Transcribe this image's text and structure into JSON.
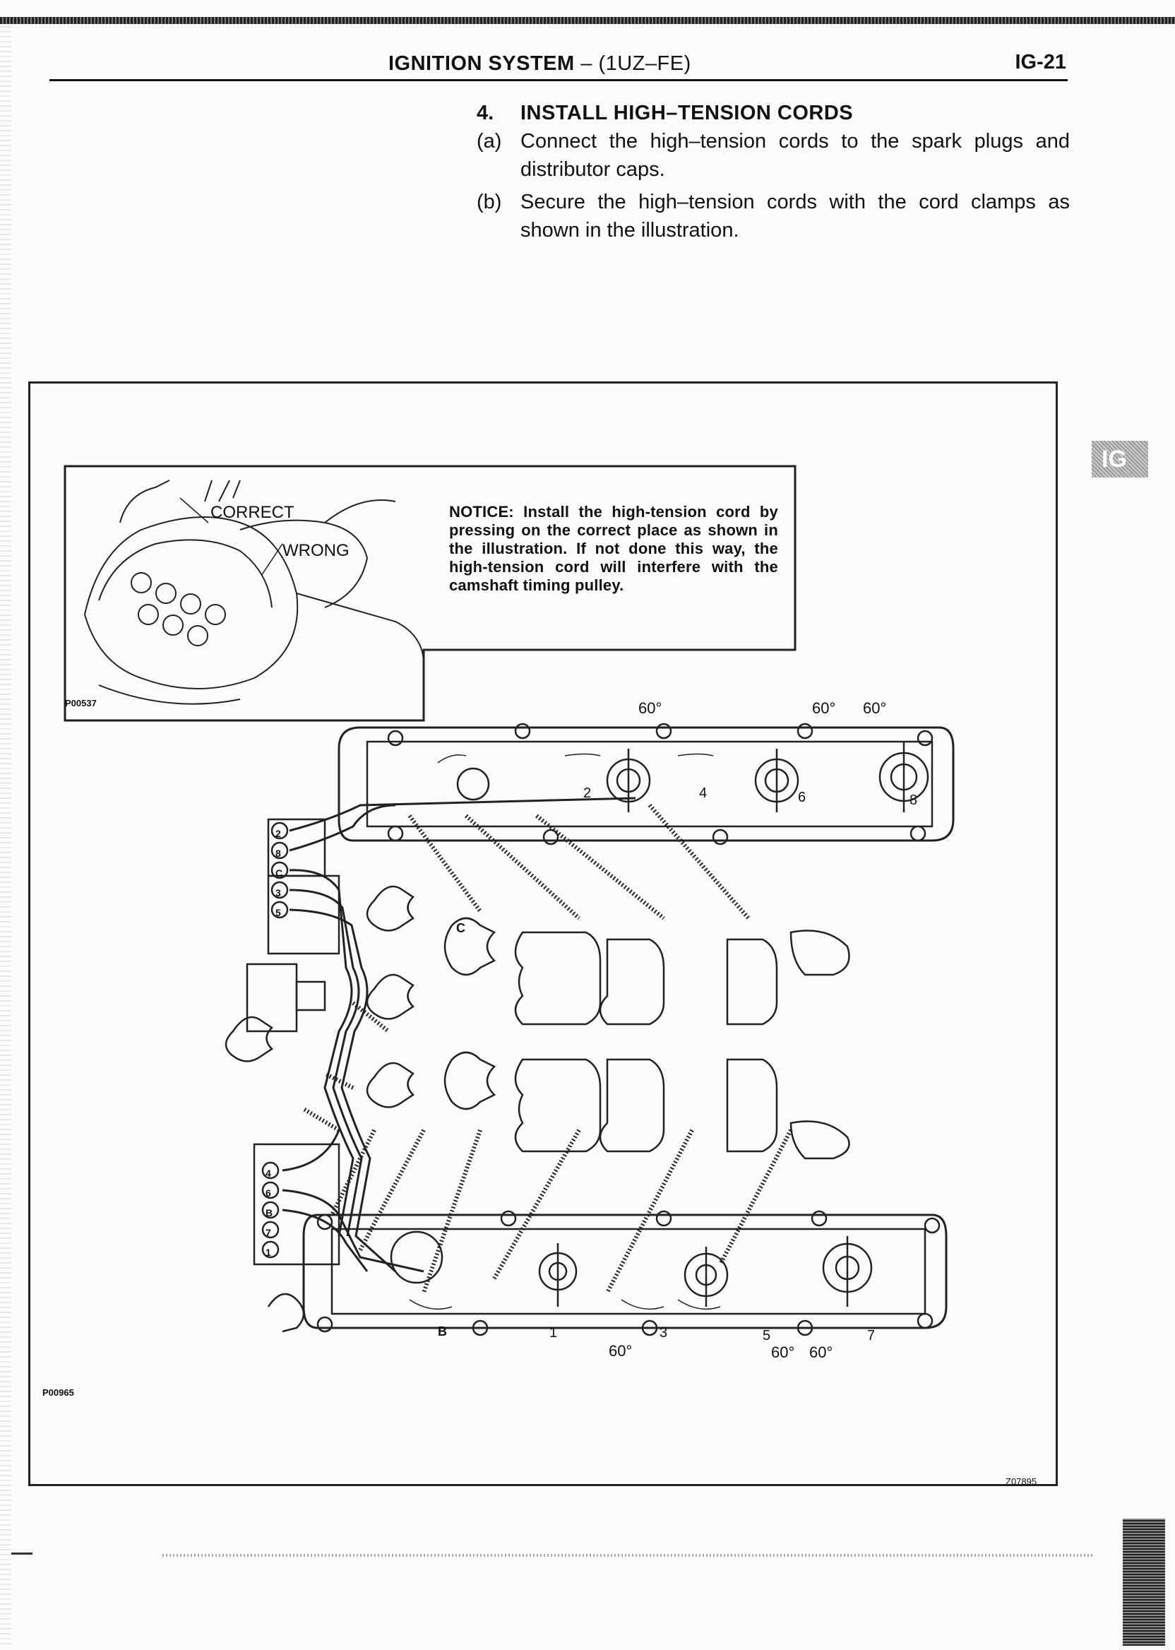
{
  "header": {
    "title_main": "IGNITION SYSTEM",
    "title_sep": " – ",
    "title_sub": "(1UZ–FE)",
    "page_code": "IG-21"
  },
  "step": {
    "number": "4.",
    "heading": "INSTALL HIGH–TENSION CORDS",
    "items": [
      {
        "label": "(a)",
        "text": "Connect the high–tension cords to the spark plugs and distributor caps."
      },
      {
        "label": "(b)",
        "text": "Secure the high–tension cords with the cord clamps as shown in the illustration."
      }
    ]
  },
  "side_tab": {
    "label": "IG"
  },
  "figure": {
    "inset": {
      "correct_label": "CORRECT",
      "wrong_label": "WRONG",
      "notice": "NOTICE: Install the high-tension cord by pressing on the correct place as shown in the illustration. If not done this way, the high-tension cord will interfere with the camshaft timing pulley.",
      "ref_code": "P00537"
    },
    "ref_code": "P00965",
    "ref_code_corner": "Z07895",
    "angles": [
      "60°",
      "60°",
      "60°",
      "60°",
      "60°",
      "60°"
    ],
    "top_cylinders": [
      "2",
      "4",
      "6",
      "8"
    ],
    "bottom_cylinders": [
      "1",
      "3",
      "5",
      "7"
    ],
    "left_upper_stack": [
      "2",
      "8",
      "C",
      "3",
      "5"
    ],
    "left_lower_stack": [
      "4",
      "6",
      "B",
      "7",
      "1"
    ],
    "coil_labels": [
      "C",
      "B"
    ]
  }
}
